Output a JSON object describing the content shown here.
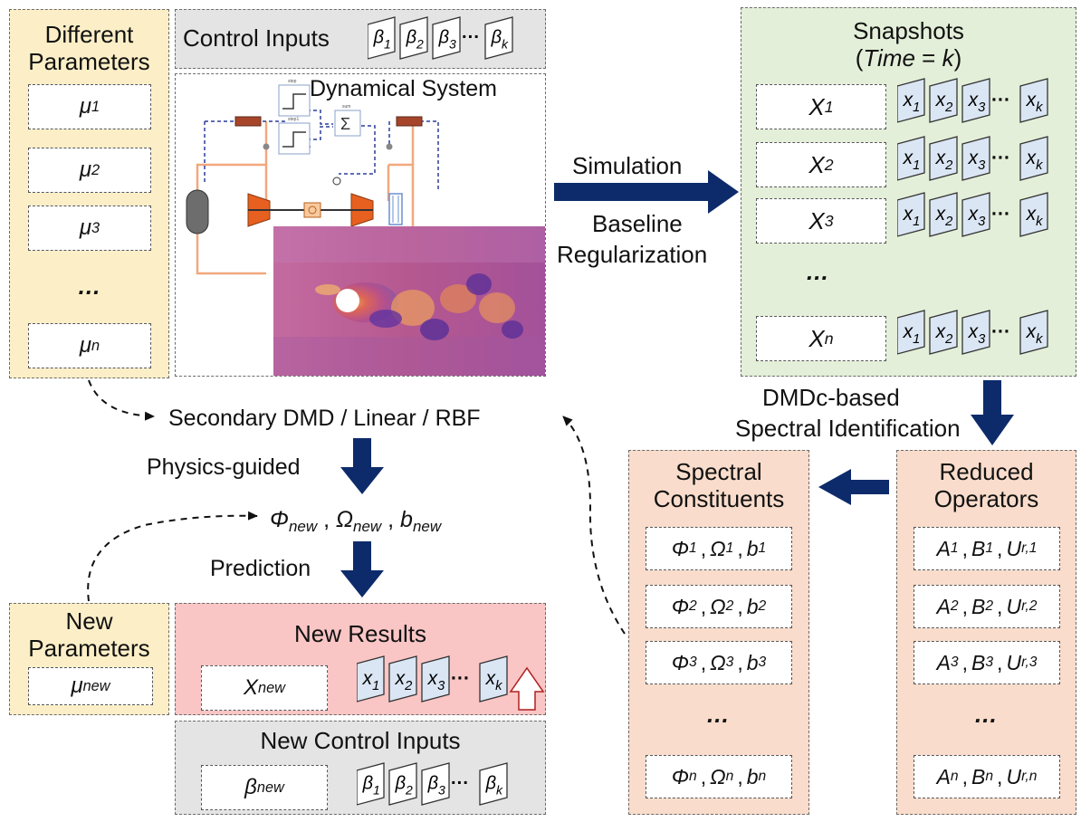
{
  "left_params": {
    "title_line1": "Different",
    "title_line2": "Parameters",
    "items": [
      {
        "sym": "μ",
        "sub": "1"
      },
      {
        "sym": "μ",
        "sub": "2"
      },
      {
        "sym": "μ",
        "sub": "3"
      },
      {
        "sym": "...",
        "sub": ""
      },
      {
        "sym": "μ",
        "sub": "n"
      }
    ]
  },
  "control_inputs": {
    "label": "Control Inputs",
    "frames": [
      {
        "sym": "β",
        "sub": "1"
      },
      {
        "sym": "β",
        "sub": "2"
      },
      {
        "sym": "β",
        "sub": "3"
      },
      {
        "sym": "β",
        "sub": "k"
      }
    ],
    "dots": "···"
  },
  "dynamical_system": {
    "label": "Dynamical System",
    "block_step_top": "step",
    "block_step_bottom": "step1",
    "block_sum_label": "sum",
    "sum_symbol": "Σ"
  },
  "arrow_labels": {
    "simulation": "Simulation",
    "baseline_1": "Baseline",
    "baseline_2": "Regularization",
    "dmdc_1": "DMDc-based",
    "dmdc_2": "Spectral Identification",
    "secondary": "Secondary DMD / Linear / RBF",
    "physics": "Physics-guided",
    "prediction": "Prediction"
  },
  "snapshots": {
    "title_line1": "Snapshots",
    "title_line2_open": "(",
    "title_line2_var": "Time",
    "title_line2_eq": " = ",
    "title_line2_k": "k",
    "title_line2_close": ")",
    "rows": [
      {
        "sym": "X",
        "sub": "1"
      },
      {
        "sym": "X",
        "sub": "2"
      },
      {
        "sym": "X",
        "sub": "3"
      },
      {
        "sym": "...",
        "sub": ""
      },
      {
        "sym": "X",
        "sub": "n"
      }
    ],
    "frames": [
      {
        "sym": "x",
        "sub": "1"
      },
      {
        "sym": "x",
        "sub": "2"
      },
      {
        "sym": "x",
        "sub": "3"
      },
      {
        "sym": "x",
        "sub": "k"
      }
    ],
    "dots": "···"
  },
  "spectral": {
    "title_line1": "Spectral",
    "title_line2": "Constituents",
    "rows": [
      {
        "a": "Φ",
        "b": "Ω",
        "c": "b",
        "sub": "1"
      },
      {
        "a": "Φ",
        "b": "Ω",
        "c": "b",
        "sub": "2"
      },
      {
        "a": "Φ",
        "b": "Ω",
        "c": "b",
        "sub": "3"
      },
      {
        "dots": "..."
      },
      {
        "a": "Φ",
        "b": "Ω",
        "c": "b",
        "sub": "n"
      }
    ]
  },
  "reduced": {
    "title_line1": "Reduced",
    "title_line2": "Operators",
    "rows": [
      {
        "a": "A",
        "b": "B",
        "c": "U",
        "sub": "1",
        "usub": "r,1"
      },
      {
        "a": "A",
        "b": "B",
        "c": "U",
        "sub": "2",
        "usub": "r,2"
      },
      {
        "a": "A",
        "b": "B",
        "c": "U",
        "sub": "3",
        "usub": "r,3"
      },
      {
        "dots": "..."
      },
      {
        "a": "A",
        "b": "B",
        "c": "U",
        "sub": "n",
        "usub": "r,n"
      }
    ]
  },
  "new_triplet": {
    "a": "Φ",
    "b": "Ω",
    "c": "b",
    "sub": "new",
    "sep": " , "
  },
  "new_params": {
    "title_line1": "New",
    "title_line2": "Parameters",
    "sym": "μ",
    "sub": "new"
  },
  "new_results": {
    "title": "New Results",
    "sym": "X",
    "sub": "new",
    "frames": [
      {
        "sym": "x",
        "sub": "1"
      },
      {
        "sym": "x",
        "sub": "2"
      },
      {
        "sym": "x",
        "sub": "3"
      },
      {
        "sym": "x",
        "sub": "k"
      }
    ],
    "dots": "···"
  },
  "new_control": {
    "title": "New Control Inputs",
    "sym": "β",
    "sub": "new",
    "frames": [
      {
        "sym": "β",
        "sub": "1"
      },
      {
        "sym": "β",
        "sub": "2"
      },
      {
        "sym": "β",
        "sub": "3"
      },
      {
        "sym": "β",
        "sub": "k"
      }
    ],
    "dots": "···"
  },
  "colors": {
    "yellow_panel": "#fcefc7",
    "green_panel": "#e3efd8",
    "salmon_panel": "#f9dccb",
    "pink_panel": "#f9c5c5",
    "grey_panel": "#e4e4e4",
    "frame_fill": "#dbe6f4",
    "arrow_navy": "#0d2b6b"
  }
}
